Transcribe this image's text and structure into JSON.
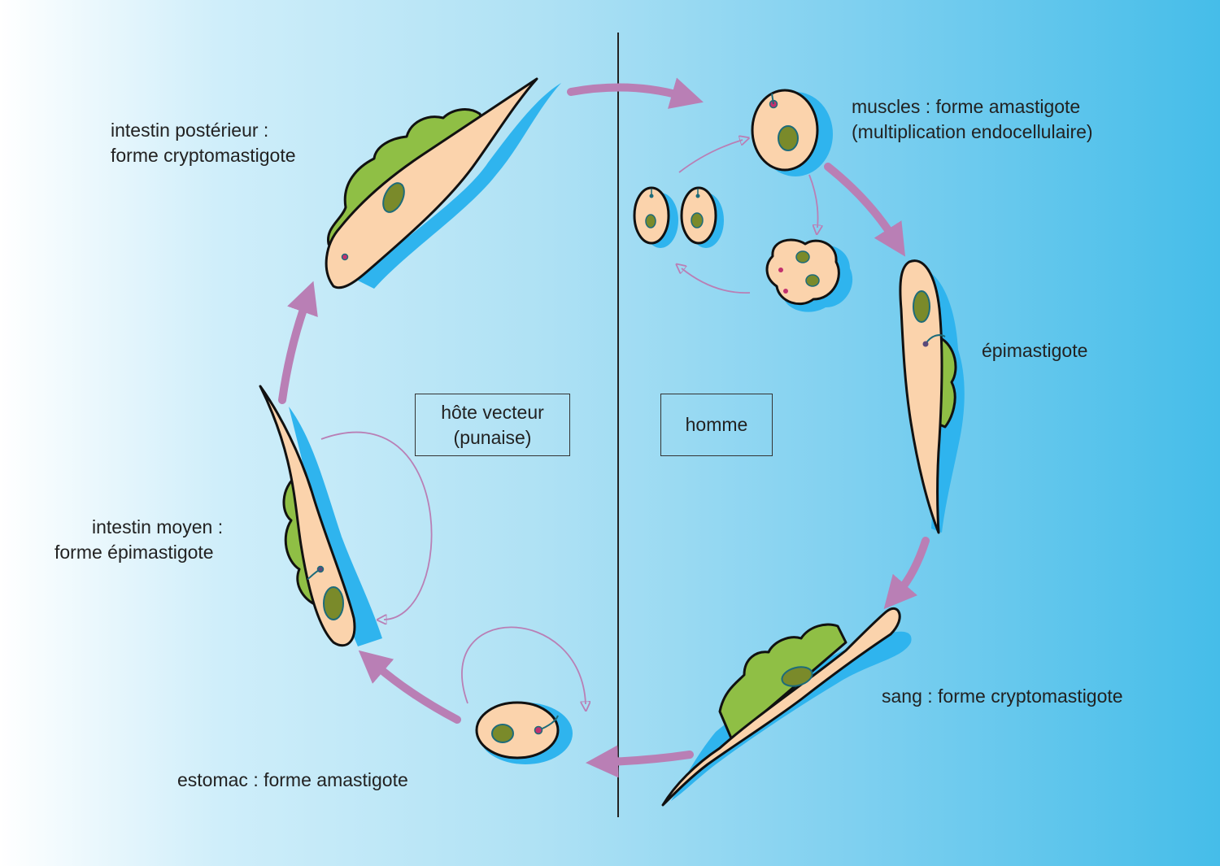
{
  "diagram": {
    "colors": {
      "body": "#fbd3ac",
      "outline": "#111111",
      "nucleus": "#7a8a2a",
      "membrane": "#8fbf45",
      "shadow": "#2fb4ee",
      "flagellum": "#1d6b7a",
      "kinetoplast": "#c2306e",
      "arrow": "#b97fb5"
    },
    "hosts": {
      "vector": {
        "line1": "hôte vecteur",
        "line2": "(punaise)"
      },
      "human": {
        "label": "homme"
      }
    },
    "stages": {
      "posterior_intestine": {
        "line1": "intestin postérieur :",
        "line2": "forme cryptomastigote"
      },
      "midgut": {
        "line1": "intestin moyen :",
        "line2": "forme épimastigote"
      },
      "stomach": {
        "line1": "estomac : forme amastigote"
      },
      "muscles": {
        "line1": "muscles : forme amastigote",
        "line2": "(multiplication endocellulaire)"
      },
      "epimastigote": {
        "line1": "épimastigote"
      },
      "blood": {
        "line1": "sang : forme cryptomastigote"
      }
    }
  }
}
